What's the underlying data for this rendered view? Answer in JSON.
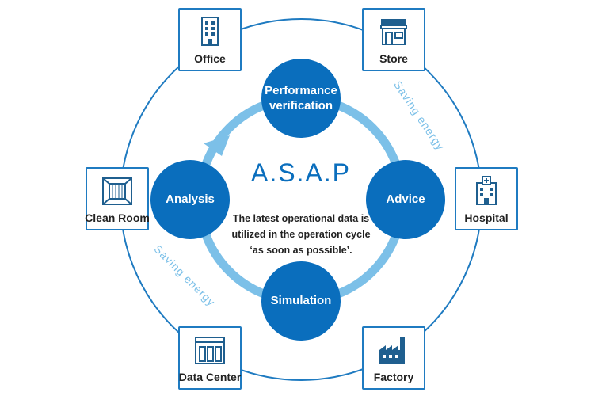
{
  "center": {
    "title": "A.S.A.P",
    "description_lines": [
      "The latest operational data is",
      "utilized in the operation cycle",
      "‘as soon as possible’."
    ]
  },
  "cycle": [
    {
      "label": "Performance verification",
      "lines": [
        "Performance",
        "verification"
      ]
    },
    {
      "label": "Advice"
    },
    {
      "label": "Simulation"
    },
    {
      "label": "Analysis"
    }
  ],
  "facilities": [
    {
      "label": "Office",
      "icon": "office-building-icon"
    },
    {
      "label": "Store",
      "icon": "store-icon"
    },
    {
      "label": "Hospital",
      "icon": "hospital-icon"
    },
    {
      "label": "Factory",
      "icon": "factory-icon"
    },
    {
      "label": "Data Center",
      "icon": "data-center-icon"
    },
    {
      "label": "Clean Room",
      "icon": "clean-room-icon"
    }
  ],
  "saving_labels": [
    "Saving energy",
    "Saving energy"
  ],
  "colors": {
    "primary": "#0a6ebd",
    "cycle_ring": "#7cc0e8",
    "outer_ring": "#1f7bc1",
    "saving_text": "#7cc0e8"
  }
}
